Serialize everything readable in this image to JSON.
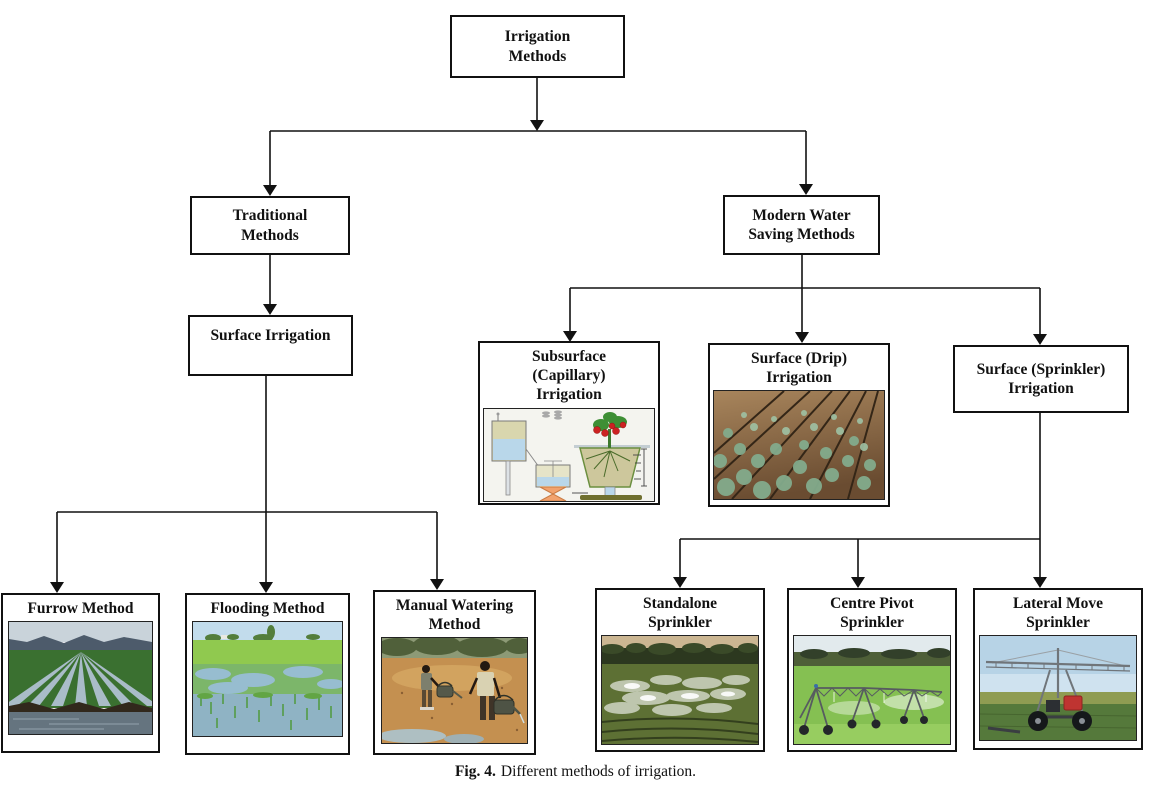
{
  "nodes": {
    "root": "Irrigation\nMethods",
    "traditional": "Traditional\nMethods",
    "modern": "Modern Water\nSaving Methods",
    "surface": "Surface Irrigation",
    "subsurface": "Subsurface\n(Capillary)\nIrrigation",
    "drip": "Surface (Drip)\nIrrigation",
    "sprinkler": "Surface (Sprinkler)\nIrrigation",
    "furrow": "Furrow Method",
    "flooding": "Flooding Method",
    "manual": "Manual Watering\nMethod",
    "standalone": "Standalone\nSprinkler",
    "centre_pivot": "Centre Pivot\nSprinkler",
    "lateral": "Lateral Move\nSprinkler"
  },
  "caption": {
    "label": "Fig. 4.",
    "text": "Different methods of irrigation."
  },
  "colors": {
    "background": "#ffffff",
    "box_border": "#111111",
    "connector_line": "#111111",
    "text": "#111111"
  }
}
